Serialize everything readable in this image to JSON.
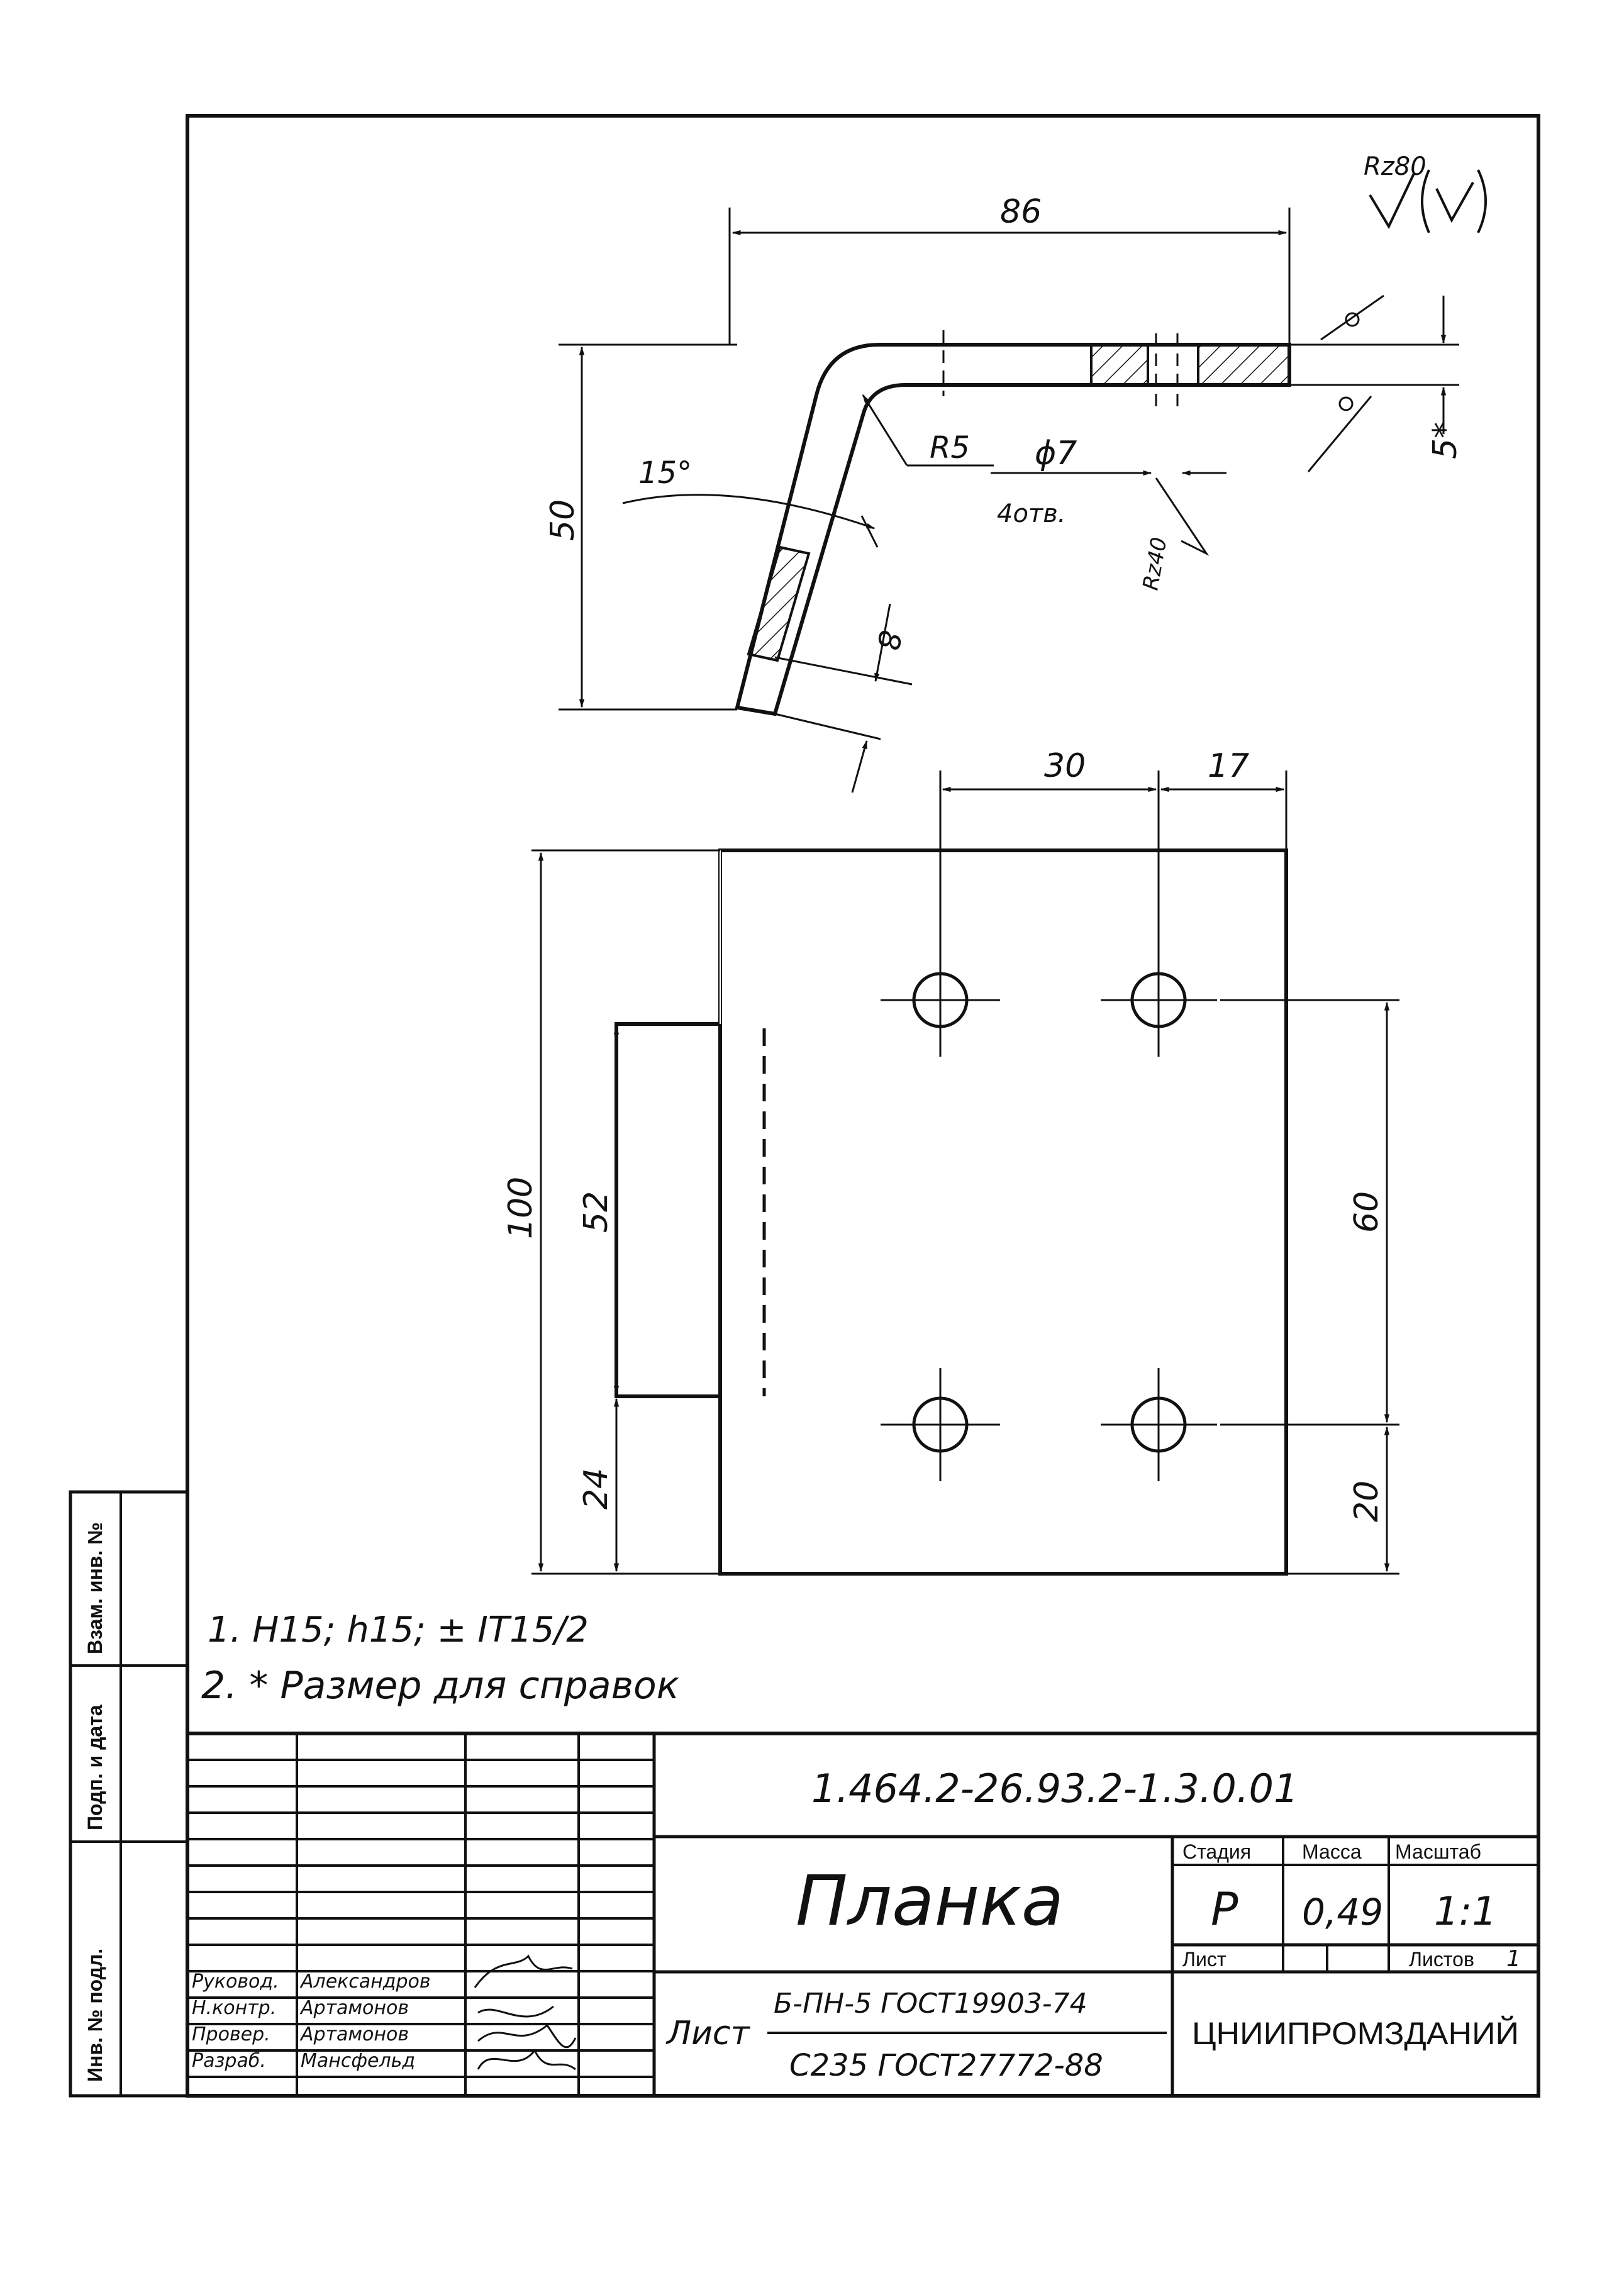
{
  "roughness": {
    "general": "Rz80",
    "hole": "Rz40"
  },
  "dimensions": {
    "top_length": "86",
    "height": "50",
    "bend_radius": "R5",
    "angle": "15°",
    "hole_dia": "ϕ7",
    "hole_count": "4отв.",
    "thickness_ref": "5*",
    "flange_thk": "8",
    "hole_pitch_x": "30",
    "edge_x": "17",
    "plate_height": "100",
    "slot_len": "52",
    "slot_offset": "24",
    "hole_pitch_y": "60",
    "edge_y": "20"
  },
  "notes": [
    "1. H15; h15; ± IT15/2",
    "2. * Размер для справок"
  ],
  "margin_stamp": [
    "Взам. инв. №",
    "Подп. и дата",
    "Инв. № подл."
  ],
  "title_block": {
    "designation": "1.464.2-26.93.2-1.3.0.01",
    "name": "Планка",
    "stage_label": "Стадия",
    "mass_label": "Масса",
    "scale_label": "Масштаб",
    "stage": "Р",
    "mass": "0,49",
    "scale": "1:1",
    "sheet_label": "Лист",
    "sheets_label": "Листов",
    "sheets": "1",
    "material_prefix": "Лист",
    "material_top": "Б-ПН-5 ГОСТ19903-74",
    "material_bottom": "С235 ГОСТ27772-88",
    "organization": "ЦНИИПРОМЗДАНИЙ",
    "signatures": [
      {
        "role": "Руковод.",
        "name": "Александров"
      },
      {
        "role": "Н.контр.",
        "name": "Артамонов"
      },
      {
        "role": "Провер.",
        "name": "Артамонов"
      },
      {
        "role": "Разраб.",
        "name": "Мансфельд"
      }
    ]
  }
}
